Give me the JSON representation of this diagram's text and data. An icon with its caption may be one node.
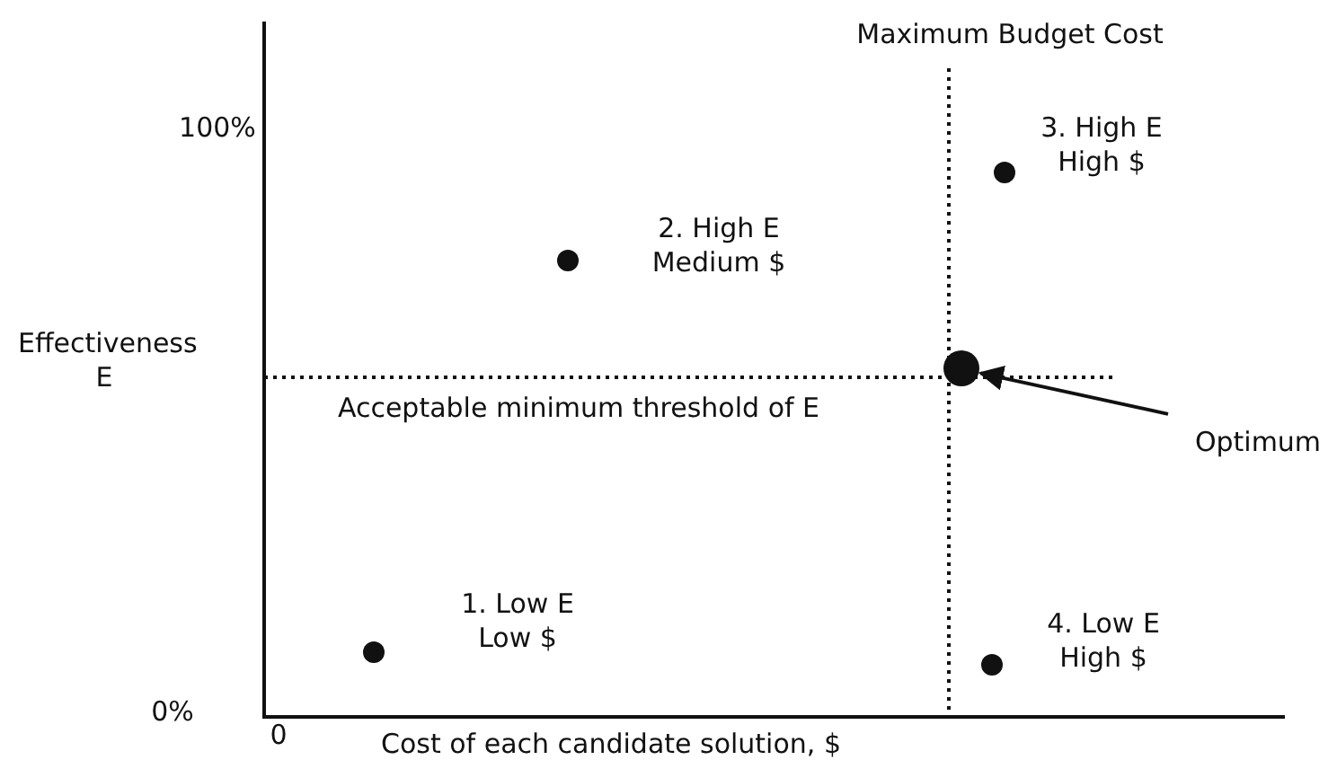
{
  "diagram": {
    "nodes": [
      {
        "text": [],
        "shape": "circle",
        "beside": [
          "3. High E High $"
        ]
      },
      {
        "text": [],
        "shape": "circle",
        "beside": [
          "2. High E Medium $"
        ]
      },
      {
        "text": [],
        "shape": "circle"
      },
      {
        "text": [
          "Optimum"
        ]
      },
      {
        "text": [],
        "shape": "circle",
        "beside": [
          "1. Low E Low $"
        ]
      },
      {
        "text": [],
        "shape": "circle",
        "beside": [
          "4. Low E High $"
        ]
      }
    ],
    "edges": [
      {
        "from": 3,
        "to": 2,
        "arrow": "to"
      }
    ],
    "labels": [
      "Maximum Budget Cost",
      "100%",
      "Effectiveness E",
      "Acceptable minimum threshold of E",
      "0%",
      "0",
      "Cost of each candidate solution, $"
    ]
  }
}
